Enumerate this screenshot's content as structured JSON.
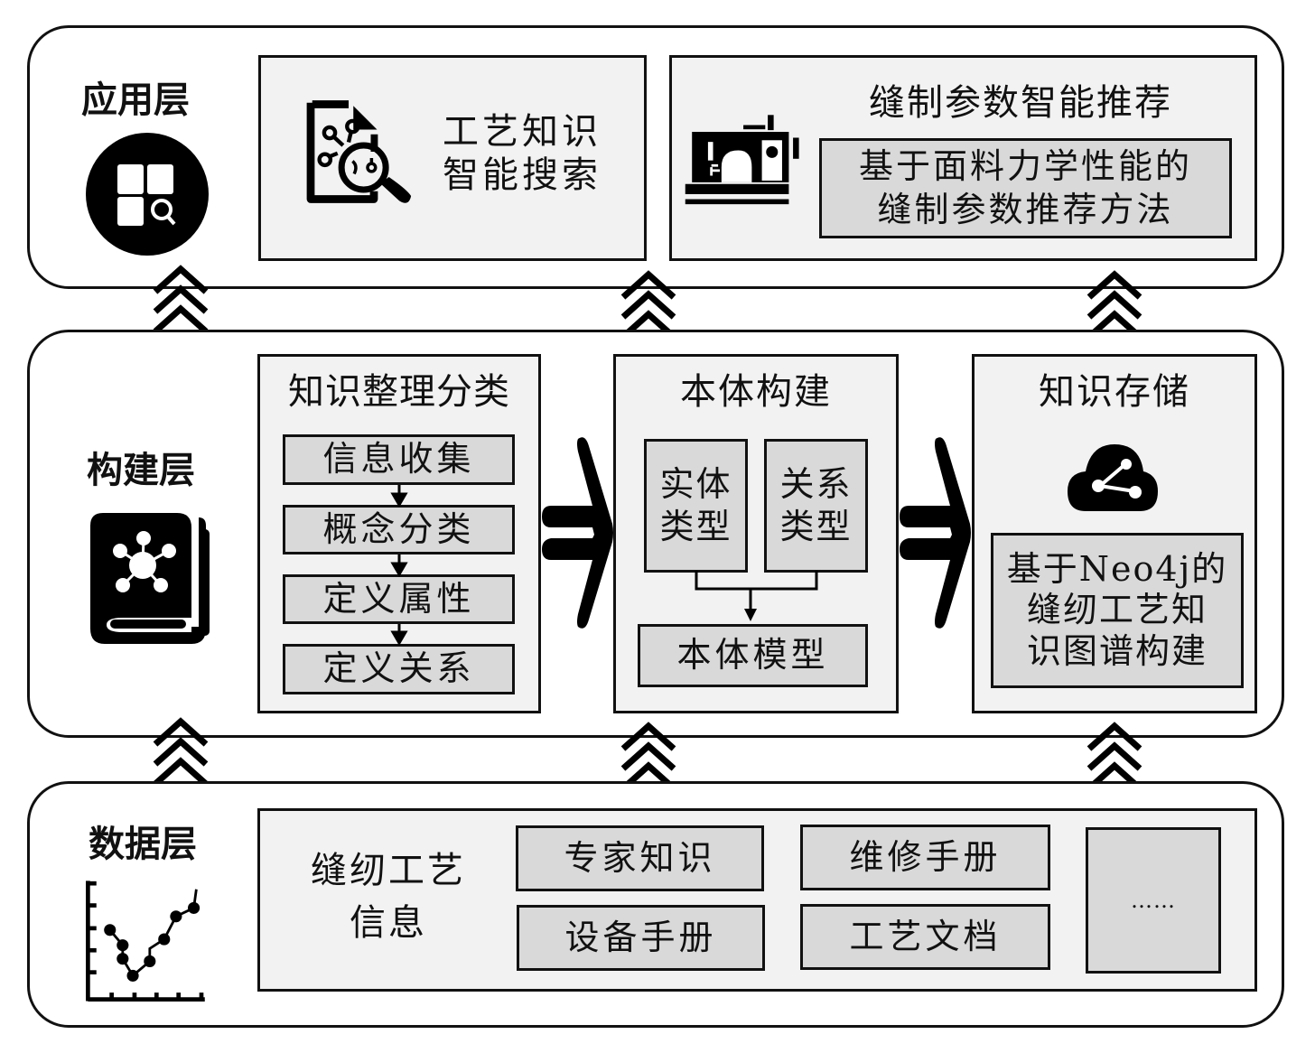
{
  "layers": {
    "application": {
      "title": "应用层",
      "icon": "app-search-icon",
      "search_panel": {
        "icon": "document-search-icon",
        "line1": "工艺知识",
        "line2": "智能搜索"
      },
      "recommend_panel": {
        "icon": "sewing-machine-icon",
        "title": "缝制参数智能推荐",
        "method_line1": "基于面料力学性能的",
        "method_line2": "缝制参数推荐方法"
      }
    },
    "construction": {
      "title": "构建层",
      "icon": "knowledge-book-icon",
      "organize_panel": {
        "title": "知识整理分类",
        "steps": [
          "信息收集",
          "概念分类",
          "定义属性",
          "定义关系"
        ]
      },
      "ontology_panel": {
        "title": "本体构建",
        "entity_type": [
          "实体",
          "类型"
        ],
        "relation_type": [
          "关系",
          "类型"
        ],
        "model": "本体模型"
      },
      "storage_panel": {
        "title": "知识存储",
        "icon": "cloud-share-icon",
        "desc_lines": [
          "基于Neo4j的",
          "缝纫工艺知",
          "识图谱构建"
        ]
      }
    },
    "data": {
      "title": "数据层",
      "icon": "line-chart-icon",
      "panel": {
        "label_line1": "缝纫工艺",
        "label_line2": "信息",
        "sources": [
          "专家知识",
          "维修手册",
          "设备手册",
          "工艺文档"
        ],
        "more": "……"
      }
    }
  },
  "connectors": {
    "between_layers": "triple-chevron-up-icon",
    "between_panels": "double-right-arrow-icon"
  }
}
